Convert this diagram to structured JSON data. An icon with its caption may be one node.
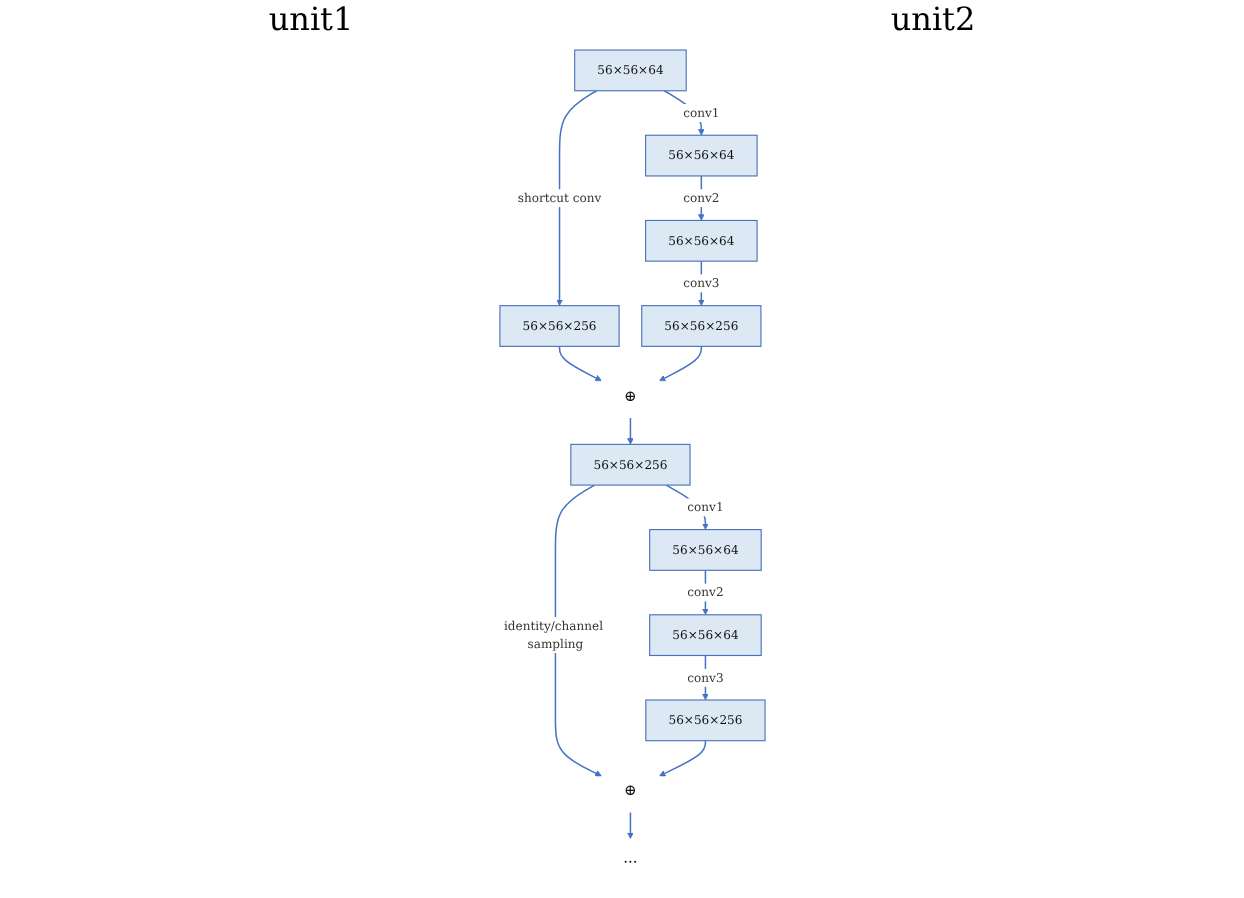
{
  "diagram": {
    "nodes": [
      {
        "text": [
          "56×56×64"
        ]
      },
      {
        "text": [
          "56×56×64"
        ]
      },
      {
        "text": [
          "56×56×64"
        ]
      },
      {
        "text": [
          "56×56×256"
        ]
      },
      {
        "text": [
          "56×56×256"
        ]
      },
      {
        "text": [
          "⊕"
        ]
      },
      {
        "text": [
          "56×56×256"
        ]
      },
      {
        "text": [
          "56×56×64"
        ]
      },
      {
        "text": [
          "56×56×64"
        ]
      },
      {
        "text": [
          "56×56×256"
        ]
      },
      {
        "text": [
          "⊕"
        ]
      },
      {
        "text": [
          "···"
        ]
      }
    ],
    "edges": [
      {
        "from": 0,
        "to": 1,
        "arrow": "to",
        "label": "conv1"
      },
      {
        "from": 1,
        "to": 2,
        "arrow": "to",
        "label": "conv2"
      },
      {
        "from": 2,
        "to": 4,
        "arrow": "to",
        "label": "conv3"
      },
      {
        "from": 0,
        "to": 3,
        "arrow": "to",
        "label": "shortcut conv"
      },
      {
        "from": 3,
        "to": 5,
        "arrow": "to"
      },
      {
        "from": 4,
        "to": 5,
        "arrow": "to"
      },
      {
        "from": 5,
        "to": 6,
        "arrow": "to"
      },
      {
        "from": 6,
        "to": 7,
        "arrow": "to",
        "label": "conv1"
      },
      {
        "from": 7,
        "to": 8,
        "arrow": "to",
        "label": "conv2"
      },
      {
        "from": 8,
        "to": 9,
        "arrow": "to",
        "label": "conv3"
      },
      {
        "from": 6,
        "to": 10,
        "arrow": "to",
        "label": "identity/channel sampling"
      },
      {
        "from": 9,
        "to": 10,
        "arrow": "to"
      },
      {
        "from": 10,
        "to": 11,
        "arrow": "to"
      }
    ],
    "labels": [
      "unit1",
      "unit2"
    ]
  }
}
